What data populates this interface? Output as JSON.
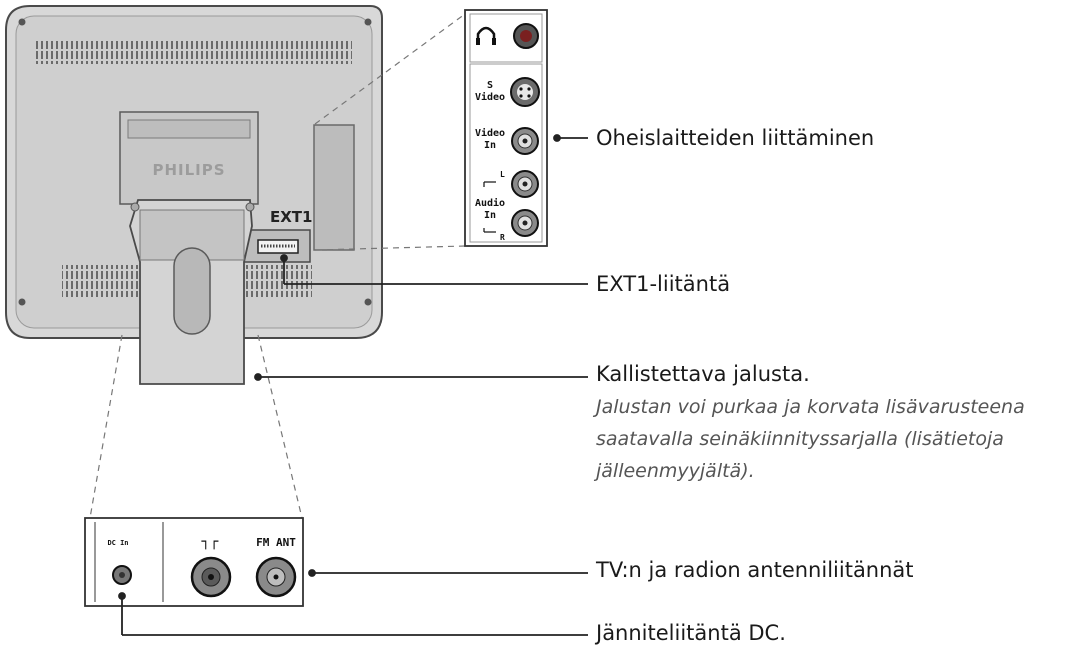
{
  "device": {
    "brand_logo": "PHILIPS",
    "ext1_tag": "EXT1"
  },
  "side_panel": {
    "s_video": [
      "S",
      "Video"
    ],
    "video_in": [
      "Video",
      "In"
    ],
    "audio_in": [
      "Audio",
      "In"
    ],
    "audio_l": "L",
    "audio_r": "R"
  },
  "bottom_panel": {
    "dc_in": "DC In",
    "antenna_symbol": "┐┌",
    "fm_ant": "FM ANT"
  },
  "callouts": {
    "peripherals": "Oheislaitteiden liittäminen",
    "ext1": "EXT1-liitäntä",
    "stand_title": "Kallistettava jalusta.",
    "stand_note": "Jalustan voi purkaa ja korvata lisävarusteena saatavalla seinäkiinnityssarjalla (lisätietoja jälleenmyyjältä).",
    "antenna": "TV:n ja radion antenniliitännät",
    "dc": "Jänniteliitäntä DC."
  },
  "colors": {
    "body": "#d6d6d6",
    "body_dark": "#a9a9a9",
    "outline": "#4a4a4a",
    "jack_red": "#8a2a2a"
  }
}
